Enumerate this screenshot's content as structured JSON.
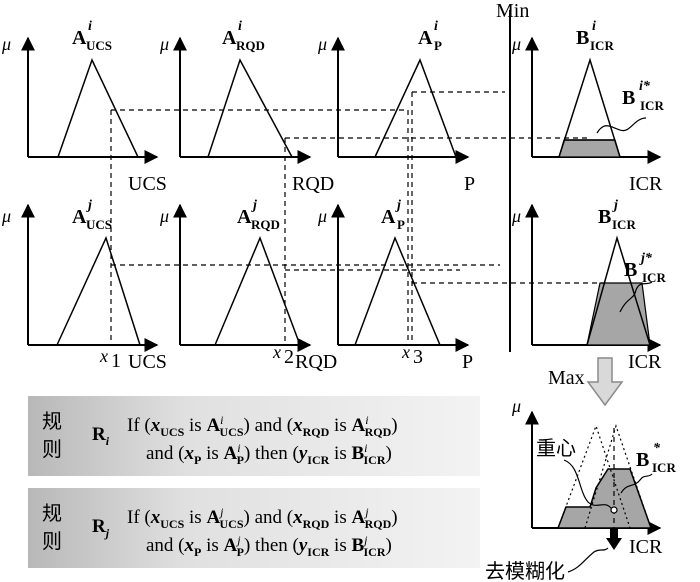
{
  "axis": {
    "mu": "μ",
    "ucs": "UCS",
    "rqd": "RQD",
    "p": "P",
    "icr": "ICR"
  },
  "sets": {
    "a": "A",
    "b": "B",
    "sub_ucs": "UCS",
    "sub_rqd": "RQD",
    "sub_p": "P",
    "sub_icr": "ICR",
    "sup_i": "i",
    "sup_j": "j",
    "sup_istar": "i*",
    "sup_jstar": "j*",
    "sup_star": "*"
  },
  "inputs": {
    "x": "x",
    "s1": "1",
    "s2": "2",
    "s3": "3"
  },
  "ops": {
    "min": "Min",
    "max": "Max",
    "centroid": "重心",
    "defuzzify": "去模糊化"
  },
  "rules": [
    {
      "cn_top": "规",
      "cn_bottom": "则",
      "r": "R",
      "idx": "i",
      "l1a": "If (",
      "l1b": " is ",
      "l1c": ") and (",
      "l1d": " is ",
      "l1e": ")",
      "l2a": "and (",
      "l2b": " is ",
      "l2c": ") then (",
      "l2d": " is ",
      "l2e": ")"
    },
    {
      "cn_top": "规",
      "cn_bottom": "则",
      "r": "R",
      "idx": "j",
      "l1a": "If (",
      "l1b": " is ",
      "l1c": ") and (",
      "l1d": " is ",
      "l1e": ")",
      "l2a": "and (",
      "l2b": " is ",
      "l2c": ") then (",
      "l2d": " is ",
      "l2e": ")"
    }
  ],
  "vars": {
    "x": "x",
    "y": "y"
  },
  "colors": {
    "fill": "#a6a6a6",
    "box_light": "#f0f0f0",
    "box_dark": "#b8b8b8",
    "arrow": "#d9d9d9"
  }
}
